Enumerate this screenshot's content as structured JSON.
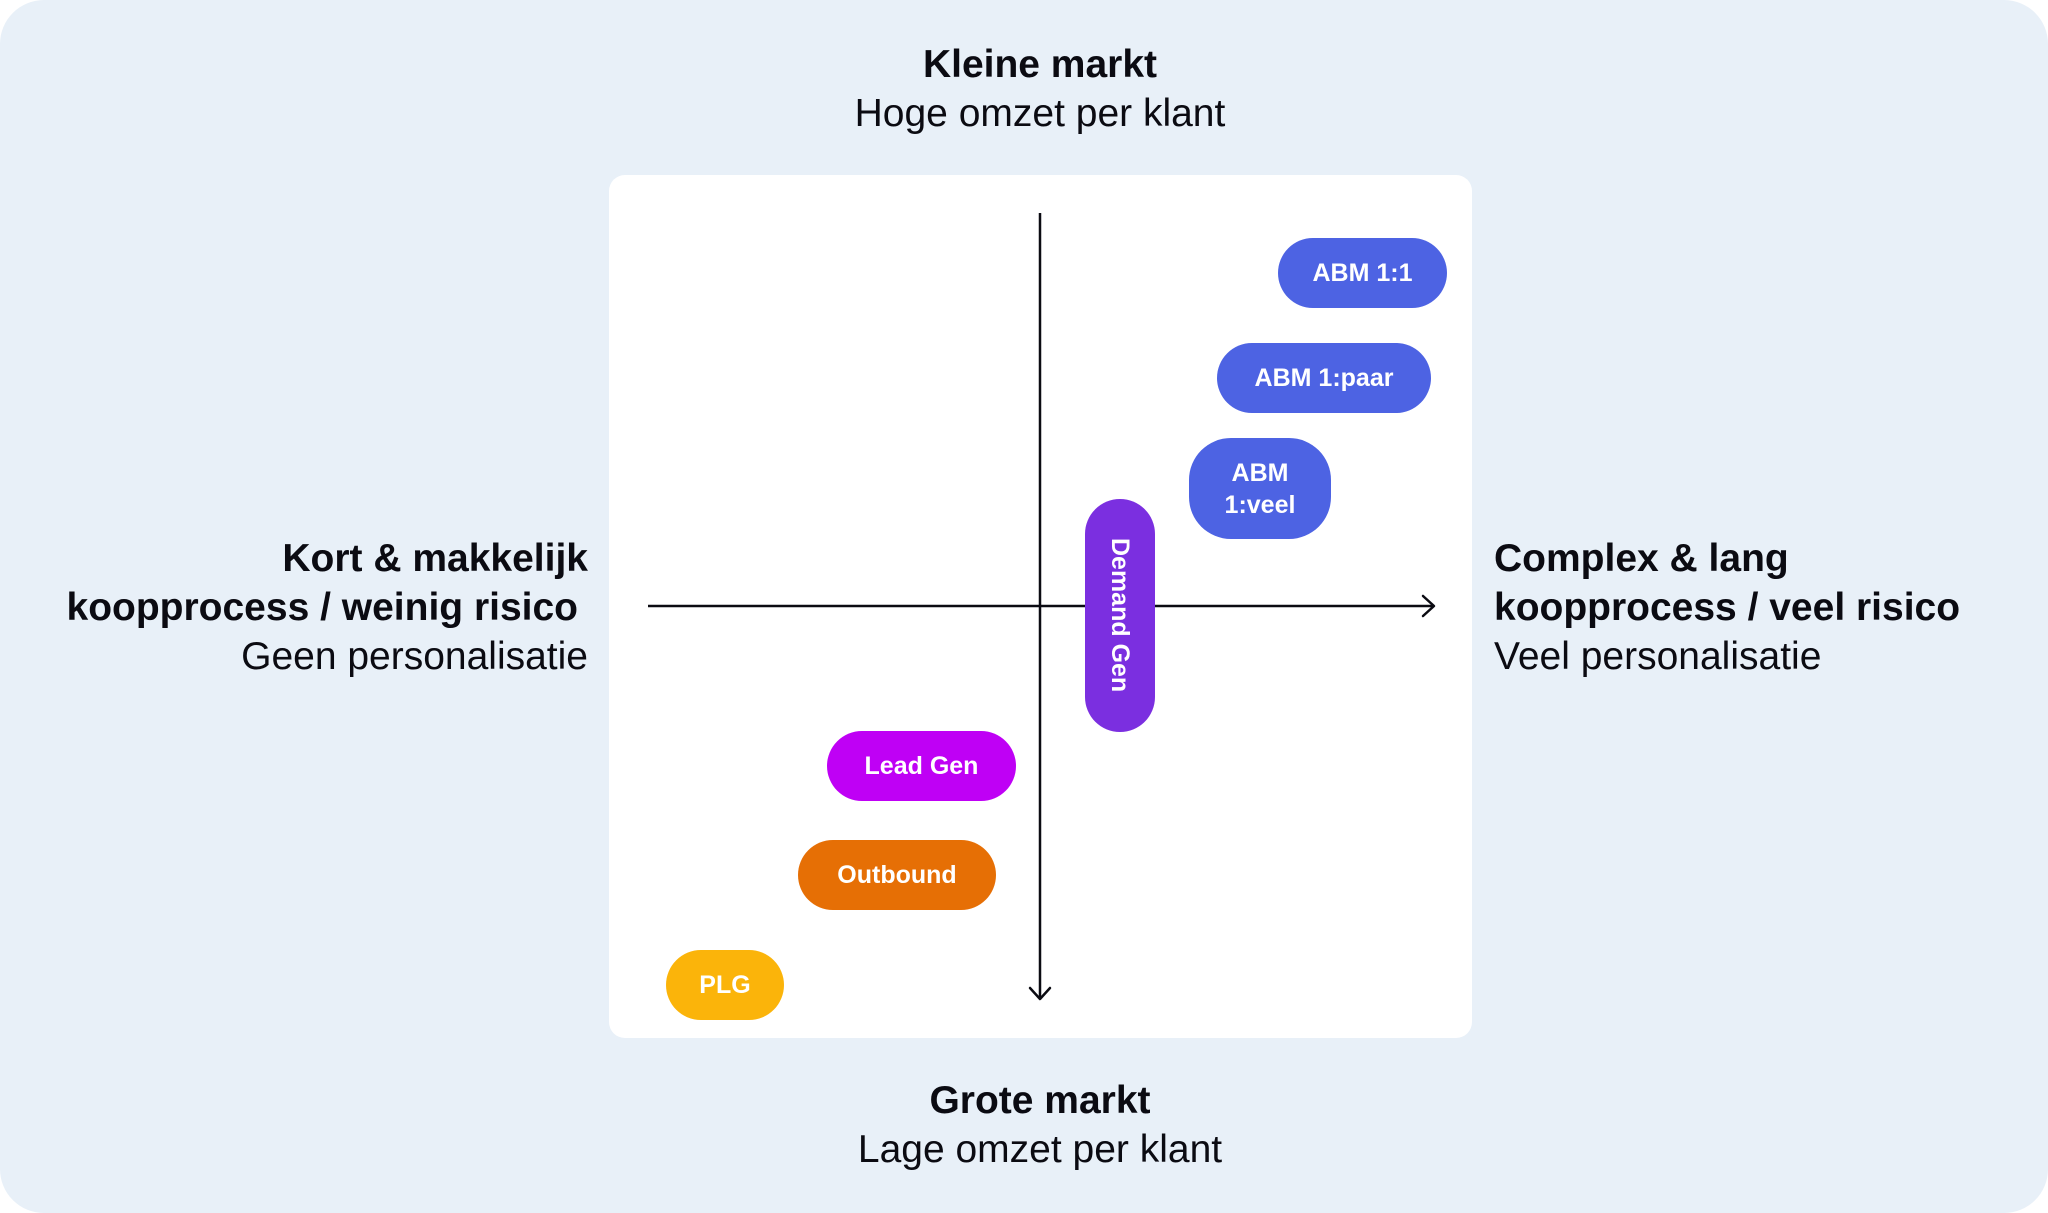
{
  "axes": {
    "top": {
      "title": "Kleine markt",
      "subtitle": "Hoge omzet per klant"
    },
    "bottom": {
      "title": "Grote markt",
      "subtitle": "Lage omzet per klant"
    },
    "left": {
      "title_line1": "Kort & makkelijk",
      "title_line2": "koopprocess / weinig risico",
      "subtitle": "Geen personalisatie"
    },
    "right": {
      "title_line1": "Complex & lang",
      "title_line2": "koopprocess / veel risico",
      "subtitle": "Veel personalisatie"
    }
  },
  "pills": {
    "abm_11": {
      "label": "ABM 1:1",
      "color": "#4d63e3"
    },
    "abm_paar": {
      "label": "ABM 1:paar",
      "color": "#4d63e3"
    },
    "abm_veel_line1": "ABM",
    "abm_veel_line2": "1:veel",
    "abm_veel_color": "#4d63e3",
    "demand_gen": {
      "label": "Demand Gen",
      "color": "#7b2fe0"
    },
    "lead_gen": {
      "label": "Lead Gen",
      "color": "#bf00f5"
    },
    "outbound": {
      "label": "Outbound",
      "color": "#e66f05"
    },
    "plg": {
      "label": "PLG",
      "color": "#fbb40a"
    }
  }
}
